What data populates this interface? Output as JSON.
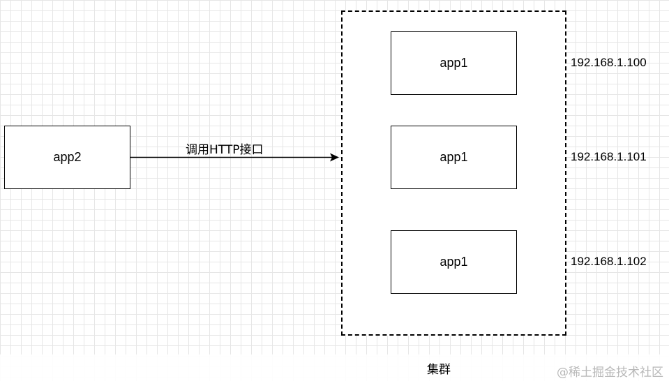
{
  "nodes": {
    "client": {
      "label": "app2"
    },
    "servers": [
      {
        "label": "app1",
        "ip": "192.168.1.100"
      },
      {
        "label": "app1",
        "ip": "192.168.1.101"
      },
      {
        "label": "app1",
        "ip": "192.168.1.102"
      }
    ]
  },
  "edge": {
    "label": "调用HTTP接口"
  },
  "cluster": {
    "label": "集群"
  },
  "watermark": "@稀土掘金技术社区"
}
